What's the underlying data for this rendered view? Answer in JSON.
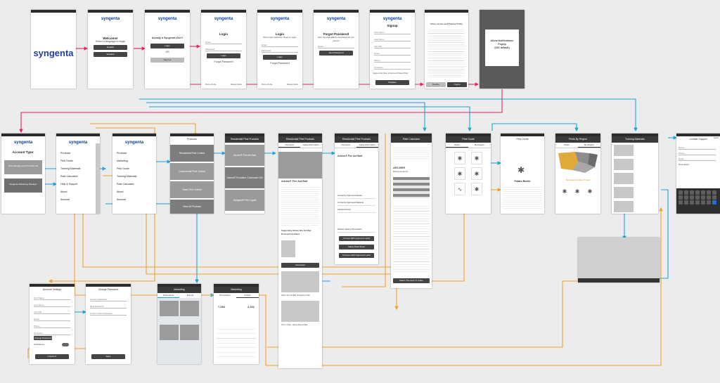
{
  "brand": {
    "logo": "syngenta"
  },
  "colors": {
    "pink": "#e6226d",
    "blue": "#1ea4d8",
    "orange": "#eea22a",
    "background": "#ececec"
  },
  "splash": {
    "logo": "syngenta"
  },
  "welcome": {
    "title": "Welcome!",
    "subtitle": "Select a language to begin",
    "btn_english": "English",
    "btn_spanish": "Español"
  },
  "existing_user": {
    "title": "Already a Syngenta User?",
    "btn_login": "Login",
    "or": "OR",
    "btn_signup": "Sign Up"
  },
  "login1": {
    "title": "Login",
    "email": "Email",
    "password": "Password",
    "btn_login": "Login",
    "forgot": "Forgot Password",
    "terms": "Terms of Use",
    "privacy": "Privacy Policy"
  },
  "login2": {
    "title": "Login",
    "msg": "Wrong login credentials. Please try again.",
    "email": "Email",
    "password": "Password",
    "btn_login": "Login",
    "forgot": "Forgot Password",
    "terms": "Terms of Use",
    "privacy": "Privacy Policy"
  },
  "forgot": {
    "title": "Forgot Password",
    "msg": "Enter the email address associated with your account",
    "email": "Email",
    "btn_send": "Send Password"
  },
  "signup": {
    "title": "Signup",
    "fields": [
      "First Name",
      "Last Name",
      "Job Title",
      "Email",
      "Phone",
      "Company"
    ],
    "agree": "I agree to the Terms of Service & Privacy Policy",
    "btn_register": "Register"
  },
  "terms": {
    "title": "Terms of Use and Privacy Policy",
    "btn_decline": "Decline",
    "btn_agree": "I Agree"
  },
  "notify": {
    "line1": "Allow Notifications",
    "line2": "PopUp",
    "line3": "(iOS default)"
  },
  "account_type": {
    "title": "Account Type:",
    "opt1": "Pest Management Professional",
    "opt2": "Syngenta Marketing Manager"
  },
  "menu1": {
    "items": [
      "Products",
      "Pest Guide",
      "Training Materials",
      "Rate Calculator",
      "Help & Support",
      "About",
      "Account"
    ]
  },
  "menu2": {
    "items": [
      "Products",
      "Marketing",
      "Pest Guide",
      "Training Materials",
      "Rate Calculator",
      "About",
      "Account"
    ]
  },
  "products": {
    "title": "Products",
    "tiles": [
      "Residential Pest Control",
      "Commercial Pest Control",
      "Team Pest Control",
      "View All Products"
    ]
  },
  "res_products": {
    "title": "Residential Pest Products",
    "items": [
      "Advion® Fire Ant Bait",
      "Advion® Evolution Cockroach Gel Bait",
      "Optigard® Flex Liquid"
    ]
  },
  "product_detail": {
    "title": "Residential Pest Products",
    "tab1": "Overview",
    "tab2": "Label Information",
    "name": "Advion® Fire Ant Bait",
    "supporting": "Supporting Advion Fire Ant Bait Document & Videos",
    "btn_download": "Download",
    "video1": "Advion Fire Ant Bait Competitive Trials",
    "video2": "How to Video - Advion Fire Ant Bait"
  },
  "label_info": {
    "title": "Residential Pest Products",
    "tab1": "Overview",
    "tab2": "Label Information",
    "name": "Advion® Fire Ant Bait",
    "sections": [
      "Currently Approved States",
      "Currently Approved Markets",
      "Labeled Pests",
      "Worker Safety Information"
    ],
    "btn1": "Current EPA Approved Label",
    "btn2": "Safety Data Sheet",
    "btn3": "Previous EPA Approved Label"
  },
  "rate_calc": {
    "title": "Rate Calculator",
    "product": "ARCHER",
    "subtitle": "Mixing Amounts",
    "btn_watch": "Watch The How-To Video"
  },
  "pest_guide": {
    "title": "Pest Guide",
    "tab1": "Pests",
    "tab2": "By Region"
  },
  "pest_detail": {
    "title": "Pest Guide",
    "name": "Potato Beetle",
    "products_header": "Northeast & West Coast"
  },
  "pests_region": {
    "title": "Pests By Region",
    "tab1": "Pests",
    "tab2": "By Region"
  },
  "training": {
    "title": "Training Materials"
  },
  "support": {
    "title": "Contact Support",
    "send": "Send",
    "fields": [
      "Name",
      "Phone",
      "Email"
    ],
    "desc": "Description"
  },
  "account_settings": {
    "title": "Account Settings",
    "fields": [
      "First Name",
      "Last Name",
      "Job Title",
      "Email",
      "Phone",
      "Company"
    ],
    "btn_change": "Change Password",
    "notifications": "Notifications",
    "btn_logout": "LOGOUT"
  },
  "change_password": {
    "title": "Change Password",
    "fields": [
      "Current Password",
      "New Password",
      "Confirm New Password"
    ],
    "btn_save": "Save"
  },
  "marketing1": {
    "title": "Marketing",
    "tab1": "Promotions",
    "tab2": "Events"
  },
  "marketing2": {
    "title": "Marketing",
    "tab1": "Promotions",
    "tab2": "Activity",
    "counts": [
      "7,084",
      "2,331"
    ]
  }
}
